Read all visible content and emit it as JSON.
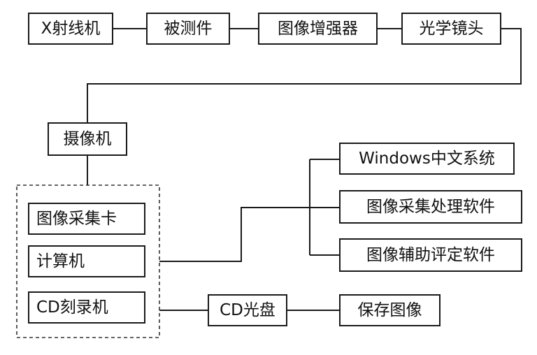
{
  "nodes": {
    "xray_machine": "X射线机",
    "test_object": "被测件",
    "image_intensifier": "图像增强器",
    "optical_lens": "光学镜头",
    "camera": "摄像机",
    "image_capture_card": "图像采集卡",
    "computer": "计算机",
    "cd_burner": "CD刻录机",
    "cd_disc": "CD光盘",
    "save_image": "保存图像",
    "windows_os": "Windows中文系统",
    "capture_software": "图像采集处理软件",
    "assist_software": "图像辅助评定软件"
  }
}
